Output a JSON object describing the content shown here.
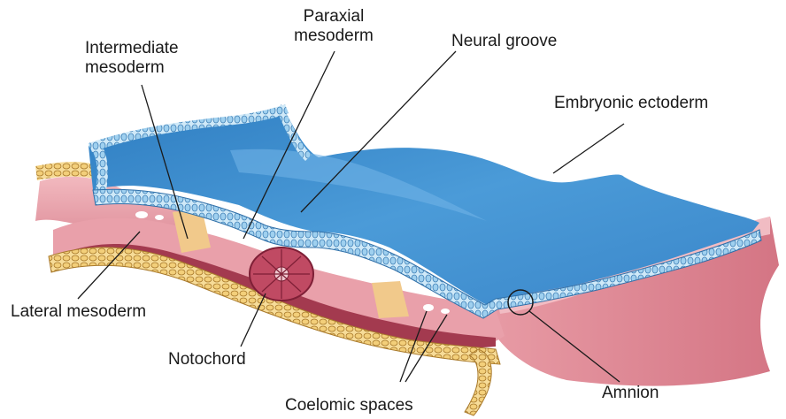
{
  "labels": {
    "paraxial_line1": "Paraxial",
    "paraxial_line2": "mesoderm",
    "intermediate_line1": "Intermediate",
    "intermediate_line2": "mesoderm",
    "neural_groove": "Neural groove",
    "embryonic_ectoderm": "Embryonic ectoderm",
    "lateral_mesoderm": "Lateral mesoderm",
    "notochord": "Notochord",
    "amnion": "Amnion",
    "coelomic_spaces": "Coelomic spaces"
  },
  "colors": {
    "ectoderm": "#3f8fd0",
    "ectoderm_light": "#7ec0ec",
    "ectoderm_cells": "#bfe3f7",
    "mesoderm": "#e8a7ad",
    "mesoderm_dark": "#c96b7a",
    "intermediate": "#f0cf95",
    "endoderm": "#f2d48a",
    "endoderm_dark": "#c3923f",
    "notochord": "#b13a55",
    "leader_line": "#1a1a1a"
  }
}
